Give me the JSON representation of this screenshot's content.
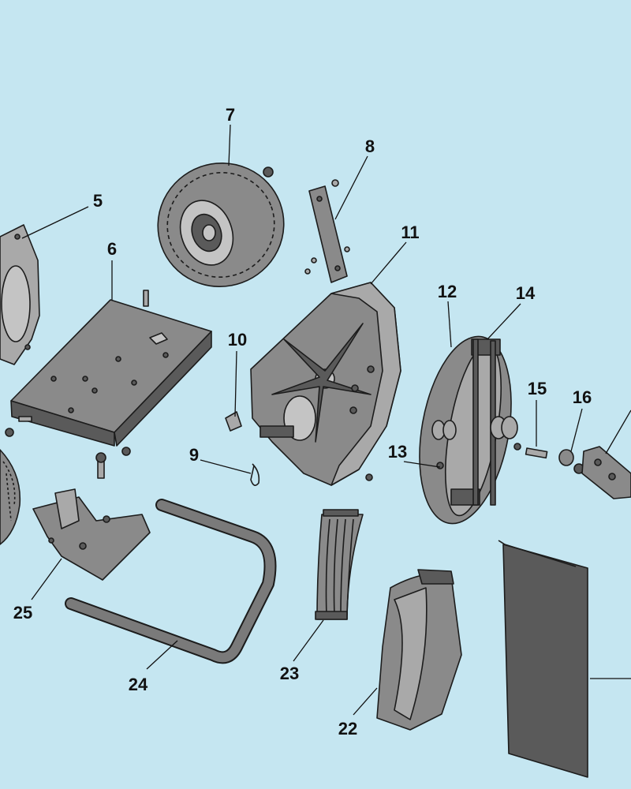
{
  "diagram": {
    "background": "#c5e6f1",
    "part_fill": "#8a8a8a",
    "callouts": {
      "c5": "5",
      "c6": "6",
      "c7": "7",
      "c8": "8",
      "c9": "9",
      "c10": "10",
      "c11": "11",
      "c12": "12",
      "c13": "13",
      "c14": "14",
      "c15": "15",
      "c16": "16",
      "c22": "22",
      "c23": "23",
      "c24": "24",
      "c25": "25"
    }
  }
}
